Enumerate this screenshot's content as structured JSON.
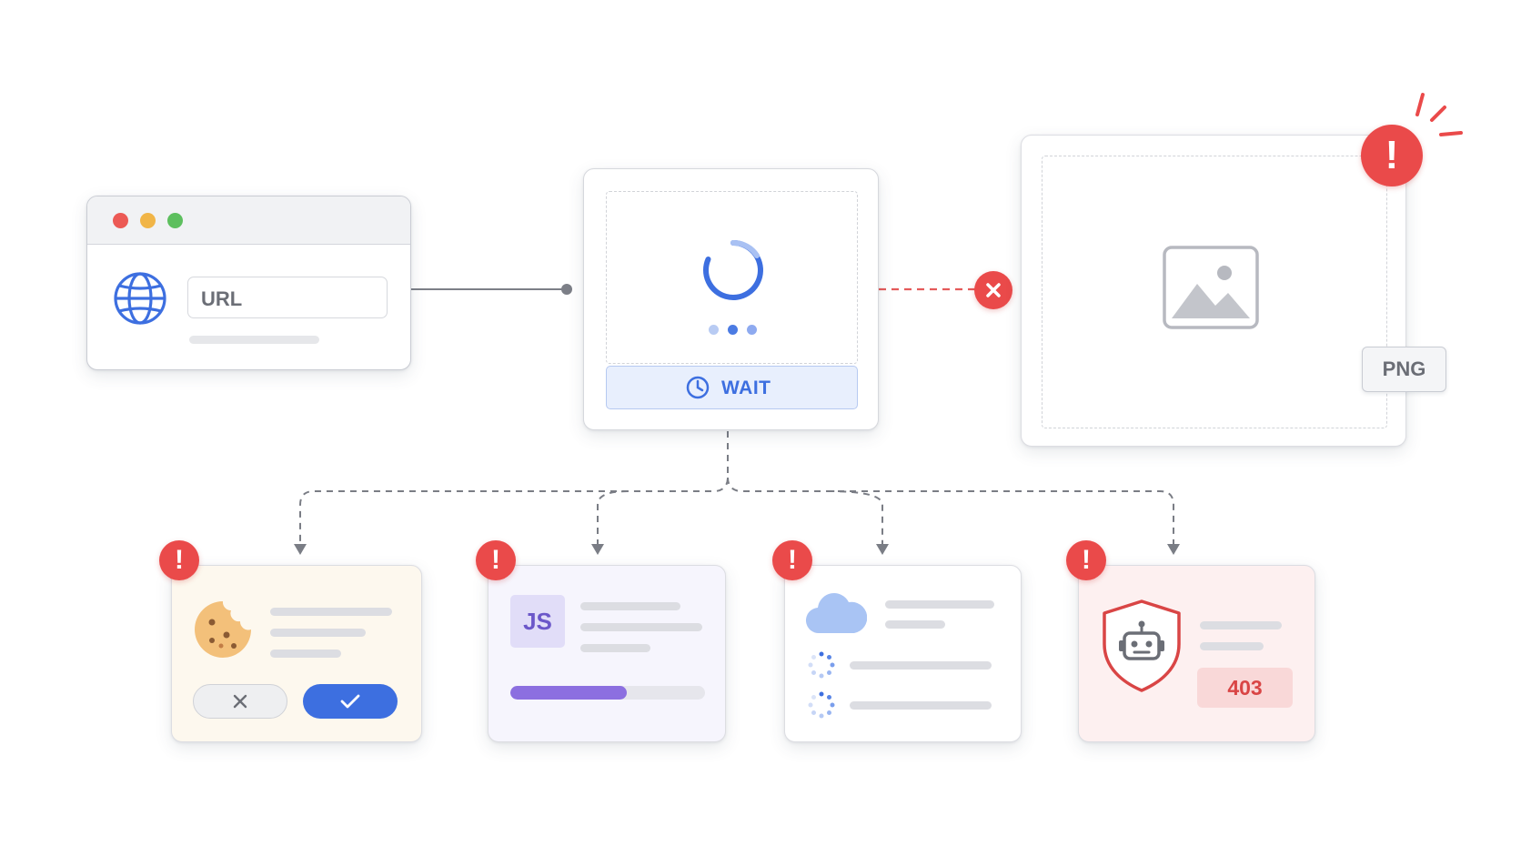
{
  "browser": {
    "url_label": "URL"
  },
  "wait_card": {
    "label": "WAIT"
  },
  "output": {
    "format_label": "PNG"
  },
  "blockers": [
    {
      "name": "cookie-consent",
      "icons": [
        "cookie-icon",
        "close-icon",
        "check-icon"
      ]
    },
    {
      "name": "javascript-loading",
      "icon_text": "JS",
      "progress": 0.6
    },
    {
      "name": "cloud-lazy-loading",
      "icons": [
        "cloud-icon",
        "spinner-icon"
      ]
    },
    {
      "name": "bot-blocked",
      "status_code": "403",
      "icons": [
        "shield-robot-icon"
      ]
    }
  ],
  "colors": {
    "accent_blue": "#3d6fe0",
    "error_red": "#ea4a4a",
    "purple": "#8c6fe0",
    "cookie_card_bg": "#fdf8ee",
    "js_card_bg": "#f6f5fd",
    "bot_card_bg": "#fdf0f0"
  }
}
